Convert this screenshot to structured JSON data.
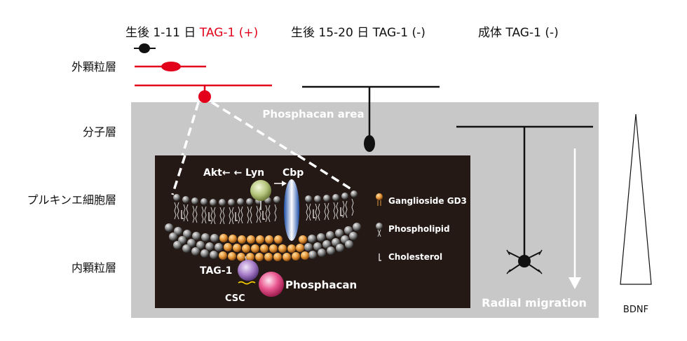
{
  "headers": {
    "stage1_prefix": "生後 1-11 日 ",
    "stage1_marker": "TAG-1 (+)",
    "stage2": "生後 15-20 日 TAG-1 (-)",
    "stage3": "成体 TAG-1 (-)"
  },
  "layers": {
    "outer_granular": "外顆粒層",
    "molecular": "分子層",
    "purkinje": "プルキンエ細胞層",
    "inner_granular": "内顆粒層"
  },
  "regions": {
    "phosphacan_area": "Phosphacan area",
    "radial_migration": "Radial migration"
  },
  "molecules": {
    "akt_lyn": "Akt← ← Lyn",
    "cbp": "Cbp",
    "tag1": "TAG-1",
    "csc": "CSC",
    "phosphacan": "Phosphacan"
  },
  "legend": {
    "ganglioside": "Ganglioside GD3",
    "phospholipid": "Phospholipid",
    "cholesterol": "Cholesterol"
  },
  "gradient_label": "BDNF",
  "colors": {
    "accent_red": "#e2001a",
    "grey_area": "#c8c8c8",
    "inset_bg": "#241914"
  }
}
